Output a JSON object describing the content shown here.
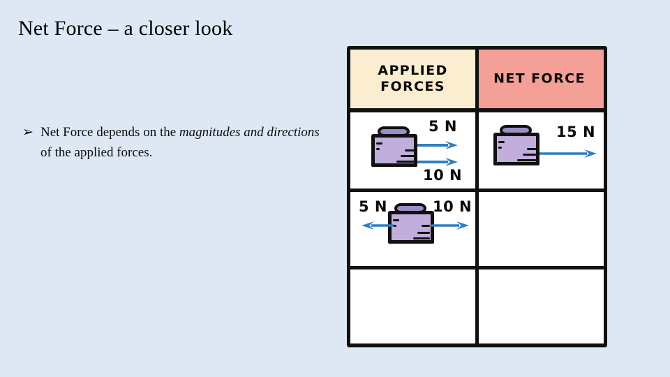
{
  "slide": {
    "background_color": "#dee8f5",
    "title": "Net Force – a closer look"
  },
  "body": {
    "bullet_marker": "➢",
    "bullet": {
      "lead": "Net Force depends on the ",
      "emphasis": "magnitudes and directions",
      "tail": " of the applied forces."
    }
  },
  "table": {
    "headers": {
      "applied": "APPLIED FORCES",
      "net": "NET FORCE"
    },
    "colors": {
      "applied_header_bg": "#fbedd0",
      "net_header_bg": "#f5a096",
      "border": "#111111",
      "arrow": "#2e7fbf",
      "block_body": "#c2aedc",
      "block_lid": "#9b8ec4",
      "cell_bg": "#ffffff"
    },
    "rows": [
      {
        "id": "row-1",
        "applied": {
          "block": "weight-block",
          "forces": [
            {
              "label": "5 N",
              "direction": "right"
            },
            {
              "label": "10 N",
              "direction": "right"
            }
          ]
        },
        "net": {
          "block": "weight-block",
          "forces": [
            {
              "label": "15 N",
              "direction": "right"
            }
          ]
        }
      },
      {
        "id": "row-2",
        "applied": {
          "block": "weight-block",
          "forces": [
            {
              "label": "5 N",
              "direction": "left"
            },
            {
              "label": "10 N",
              "direction": "right"
            }
          ]
        },
        "net": {
          "block": null,
          "forces": []
        }
      },
      {
        "id": "row-3",
        "applied": {
          "block": null,
          "forces": []
        },
        "net": {
          "block": null,
          "forces": []
        }
      }
    ]
  }
}
